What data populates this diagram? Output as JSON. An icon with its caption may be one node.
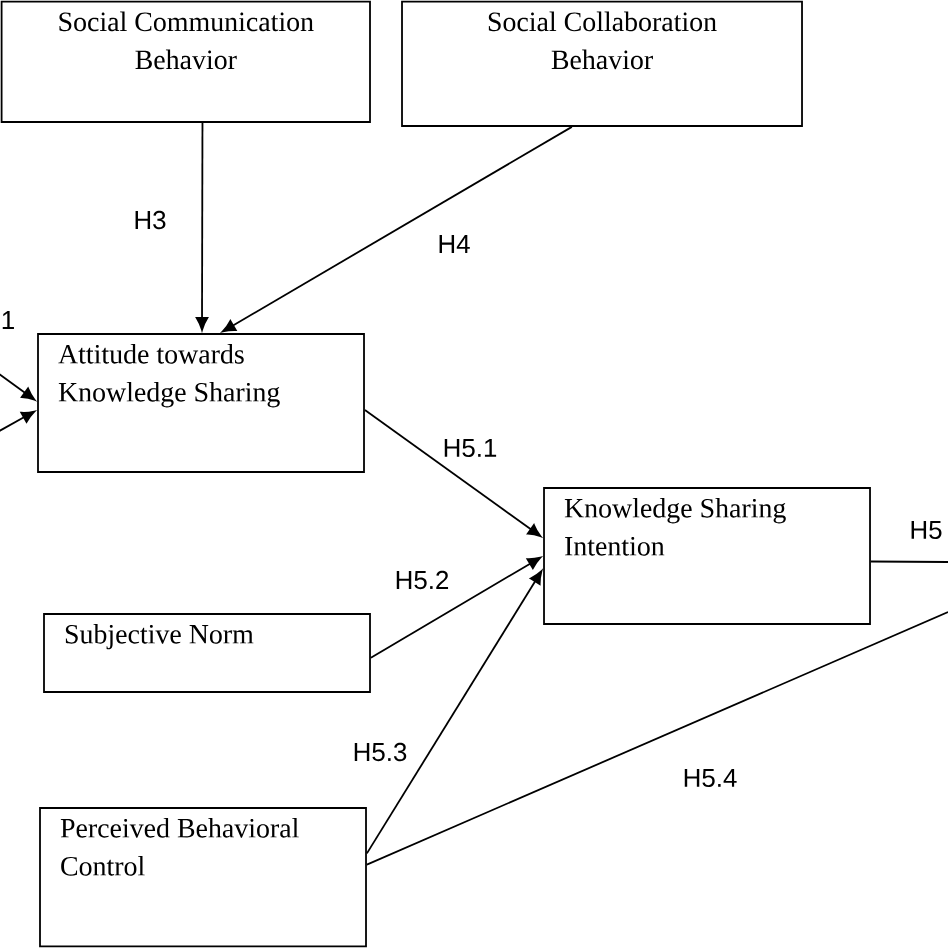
{
  "diagram": {
    "nodes": [
      {
        "text": [
          "Social Communication Behavior"
        ]
      },
      {
        "text": [
          "Social Collaboration Behavior"
        ]
      },
      {
        "text": [
          "Attitude towards Knowledge Sharing"
        ]
      },
      {
        "text": [
          "Knowledge Sharing Intention"
        ]
      },
      {
        "text": [
          "Subjective Norm"
        ]
      },
      {
        "text": [
          "Perceived Behavioral Control"
        ]
      }
    ],
    "edges": [
      {
        "from": 0,
        "to": 2,
        "arrow": "to",
        "label": "H3"
      },
      {
        "from": 1,
        "to": 2,
        "arrow": "to",
        "label": "H4"
      },
      {
        "from": null,
        "to": 2,
        "arrow": "to",
        "label": "1"
      },
      {
        "from": null,
        "to": 2,
        "arrow": "to"
      },
      {
        "from": 2,
        "to": 3,
        "arrow": "to",
        "label": "H5.1"
      },
      {
        "from": 4,
        "to": 3,
        "arrow": "to",
        "label": "H5.2"
      },
      {
        "from": 5,
        "to": 3,
        "arrow": "to",
        "label": "H5.3"
      },
      {
        "from": 3,
        "to": null,
        "arrow": "none",
        "label": "H5"
      },
      {
        "from": 5,
        "to": null,
        "arrow": "none",
        "label": "H5.4"
      }
    ]
  }
}
